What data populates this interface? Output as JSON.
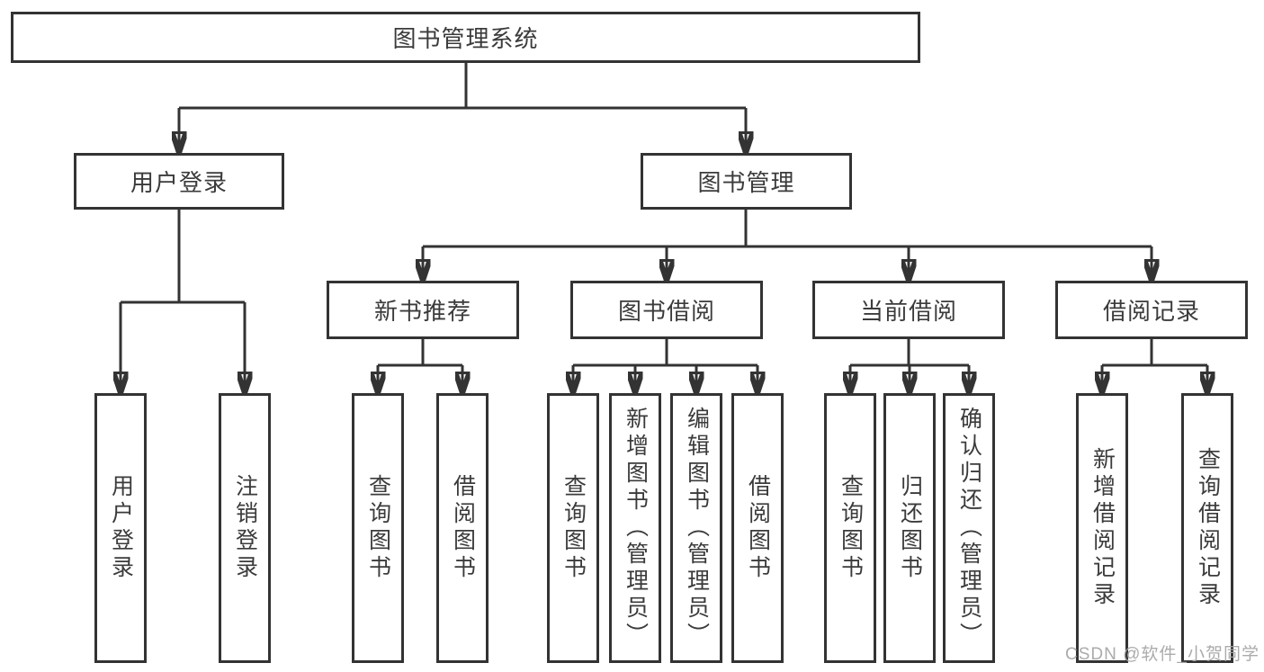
{
  "diagram": {
    "root": {
      "label": "图书管理系统"
    },
    "branches": [
      {
        "label": "用户登录",
        "children": [
          {
            "label": "用户登录"
          },
          {
            "label": "注销登录"
          }
        ]
      },
      {
        "label": "图书管理",
        "children": [
          {
            "label": "新书推荐",
            "children": [
              {
                "label": "查询图书"
              },
              {
                "label": "借阅图书"
              }
            ]
          },
          {
            "label": "图书借阅",
            "children": [
              {
                "label": "查询图书"
              },
              {
                "label": "新增图书（管理员）"
              },
              {
                "label": "编辑图书（管理员）"
              },
              {
                "label": "借阅图书"
              }
            ]
          },
          {
            "label": "当前借阅",
            "children": [
              {
                "label": "查询图书"
              },
              {
                "label": "归还图书"
              },
              {
                "label": "确认归还（管理员）"
              }
            ]
          },
          {
            "label": "借阅记录",
            "children": [
              {
                "label": "新增借阅记录"
              },
              {
                "label": "查询借阅记录"
              }
            ]
          }
        ]
      }
    ]
  },
  "watermark": {
    "text": "CSDN @软件_小贺同学"
  },
  "colors": {
    "line": "#333333",
    "text": "#3b3b3b",
    "box_background": "#ffffff",
    "page_background": "#ffffff",
    "watermark": "#a6a6a6"
  }
}
